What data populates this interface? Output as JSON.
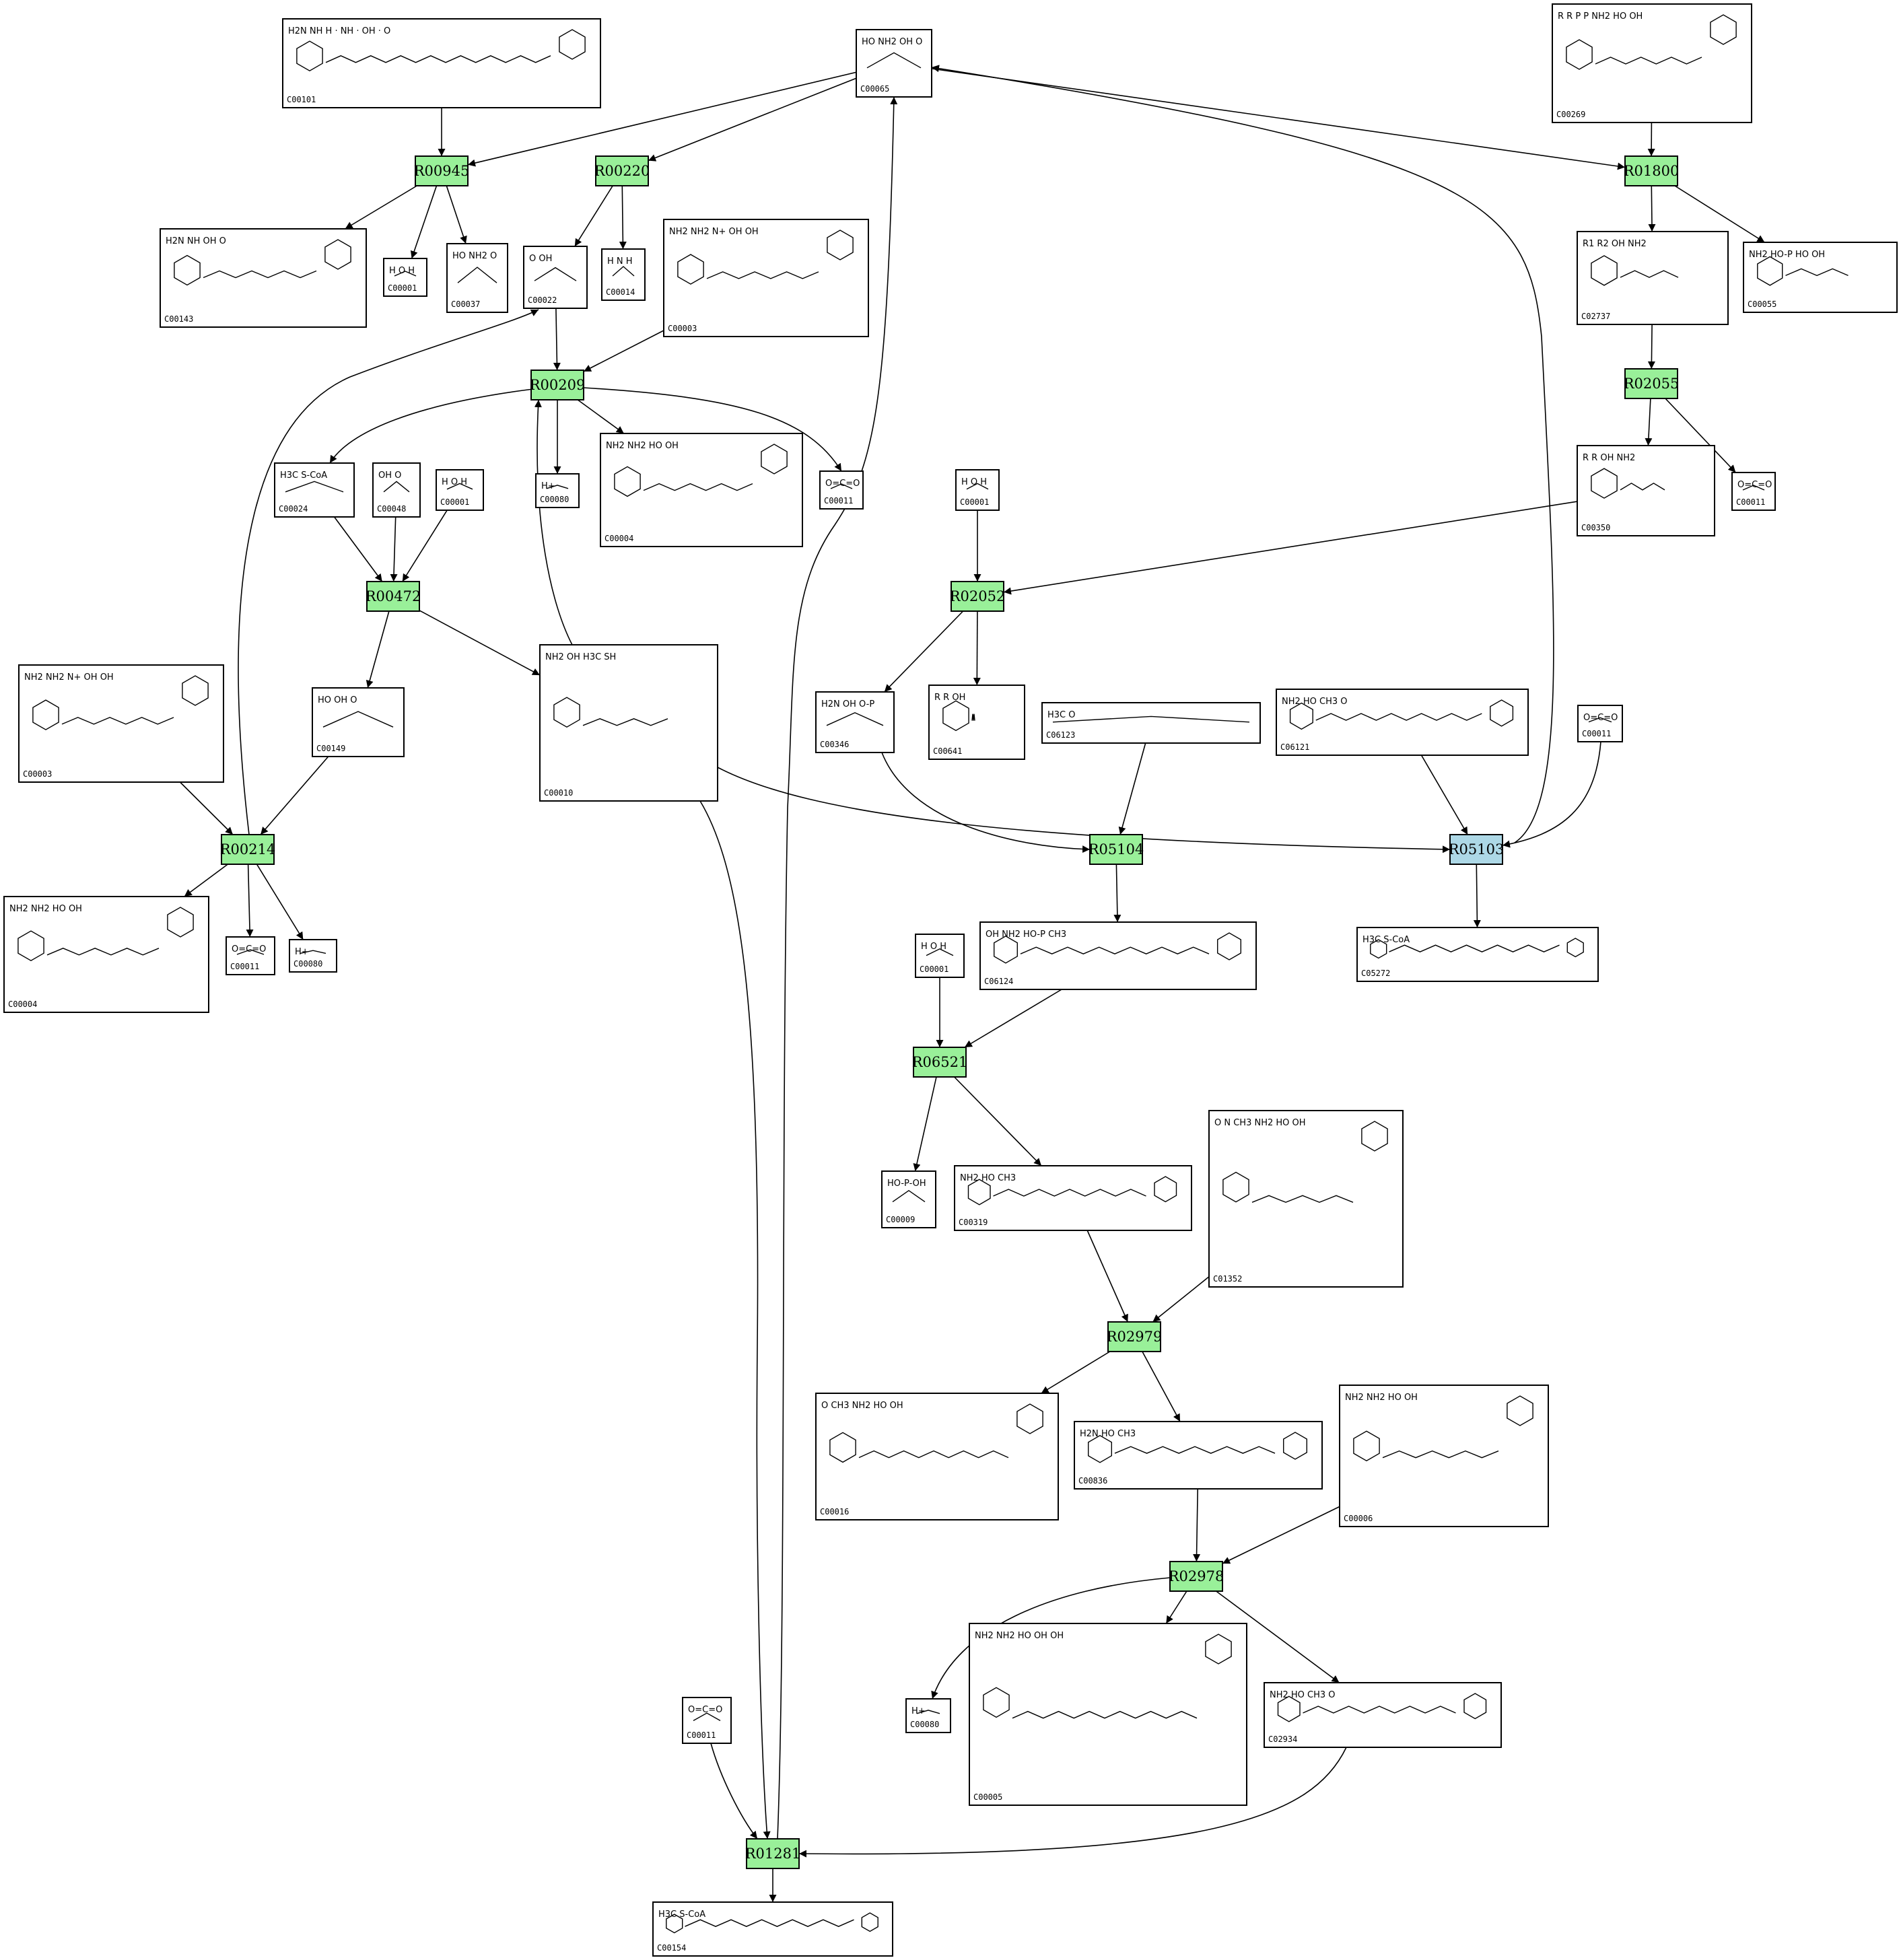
{
  "reaction_fill": "#99f099",
  "highlight_fill": "#add8e6",
  "reactions": [
    {
      "id": "R00945"
    },
    {
      "id": "R00220"
    },
    {
      "id": "R01800"
    },
    {
      "id": "R00209"
    },
    {
      "id": "R02055"
    },
    {
      "id": "R00472"
    },
    {
      "id": "R02052"
    },
    {
      "id": "R00214"
    },
    {
      "id": "R05104"
    },
    {
      "id": "R05103",
      "highlight": true
    },
    {
      "id": "R06521"
    },
    {
      "id": "R02979"
    },
    {
      "id": "R02978"
    },
    {
      "id": "R01281"
    }
  ],
  "compounds": [
    {
      "id": "C00101",
      "label": "C00101",
      "mol": "H2N  NH  H  ·  NH  ·  OH  ·  O"
    },
    {
      "id": "C00065",
      "label": "C00065",
      "mol": "HO  NH2  OH  O"
    },
    {
      "id": "C00269",
      "label": "C00269",
      "mol": "R  R  P  P  NH2  HO OH"
    },
    {
      "id": "C00143",
      "label": "C00143",
      "mol": "H2N  NH  OH  O"
    },
    {
      "id": "C00001a",
      "label": "C00001",
      "mol": "H  O  H"
    },
    {
      "id": "C00037",
      "label": "C00037",
      "mol": "HO  NH2  O"
    },
    {
      "id": "C00022",
      "label": "C00022",
      "mol": "O  OH"
    },
    {
      "id": "C00014",
      "label": "C00014",
      "mol": "H  N  H"
    },
    {
      "id": "C00003a",
      "label": "C00003",
      "mol": "NH2  NH2  N+  OH  OH"
    },
    {
      "id": "C02737",
      "label": "C02737",
      "mol": "R1  R2  OH  NH2"
    },
    {
      "id": "C00055",
      "label": "C00055",
      "mol": "NH2  HO-P  HO OH"
    },
    {
      "id": "C00024",
      "label": "C00024",
      "mol": "H3C  S-CoA"
    },
    {
      "id": "C00048",
      "label": "C00048",
      "mol": "OH  O"
    },
    {
      "id": "C00001b",
      "label": "C00001",
      "mol": "H  O  H"
    },
    {
      "id": "C00080a",
      "label": "C00080",
      "mol": "H+"
    },
    {
      "id": "C00004a",
      "label": "C00004",
      "mol": "NH2  NH2  HO OH"
    },
    {
      "id": "C00011a",
      "label": "C00011",
      "mol": "O=C=O"
    },
    {
      "id": "C00350",
      "label": "C00350",
      "mol": "R  R  OH  NH2"
    },
    {
      "id": "C00011b",
      "label": "C00011",
      "mol": "O=C=O"
    },
    {
      "id": "C00001c",
      "label": "C00001",
      "mol": "H  O  H"
    },
    {
      "id": "C00003b",
      "label": "C00003",
      "mol": "NH2  NH2  N+  OH  OH"
    },
    {
      "id": "C00149",
      "label": "C00149",
      "mol": "HO  OH  O"
    },
    {
      "id": "C00010",
      "label": "C00010",
      "mol": "NH2  OH  H3C  SH"
    },
    {
      "id": "C00346",
      "label": "C00346",
      "mol": "H2N  OH  O-P"
    },
    {
      "id": "C00641",
      "label": "C00641",
      "mol": "R  R  OH"
    },
    {
      "id": "C06123",
      "label": "C06123",
      "mol": "H3C  O"
    },
    {
      "id": "C06121",
      "label": "C06121",
      "mol": "NH2  HO  CH3  O"
    },
    {
      "id": "C00011c",
      "label": "C00011",
      "mol": "O=C=O"
    },
    {
      "id": "C00004b",
      "label": "C00004",
      "mol": "NH2  NH2  HO OH"
    },
    {
      "id": "C00011d",
      "label": "C00011",
      "mol": "O=C=O"
    },
    {
      "id": "C00080b",
      "label": "C00080",
      "mol": "H+"
    },
    {
      "id": "C06124",
      "label": "C06124",
      "mol": "OH  NH2  HO-P  CH3"
    },
    {
      "id": "C05272",
      "label": "C05272",
      "mol": "H3C  S-CoA"
    },
    {
      "id": "C00001d",
      "label": "C00001",
      "mol": "H  O  H"
    },
    {
      "id": "C00009",
      "label": "C00009",
      "mol": "HO-P-OH"
    },
    {
      "id": "C00319",
      "label": "C00319",
      "mol": "NH2  HO  CH3"
    },
    {
      "id": "C01352",
      "label": "C01352",
      "mol": "O  N  CH3  NH2  HO OH"
    },
    {
      "id": "C00016",
      "label": "C00016",
      "mol": "O  CH3  NH2  HO OH"
    },
    {
      "id": "C00836",
      "label": "C00836",
      "mol": "H2N  HO  CH3"
    },
    {
      "id": "C00006",
      "label": "C00006",
      "mol": "NH2  NH2  HO  OH"
    },
    {
      "id": "C00080c",
      "label": "C00080",
      "mol": "H+"
    },
    {
      "id": "C00005",
      "label": "C00005",
      "mol": "NH2  NH2  HO OH  OH"
    },
    {
      "id": "C02934",
      "label": "C02934",
      "mol": "NH2  HO  CH3  O"
    },
    {
      "id": "C00011e",
      "label": "C00011",
      "mol": "O=C=O"
    },
    {
      "id": "C00154",
      "label": "C00154",
      "mol": "H3C  S-CoA"
    }
  ],
  "edges": [
    [
      "C00101",
      "R00945"
    ],
    [
      "C00065",
      "R00945"
    ],
    [
      "C00065",
      "R00220"
    ],
    [
      "R00945",
      "C00143"
    ],
    [
      "R00945",
      "C00001a"
    ],
    [
      "R00945",
      "C00037"
    ],
    [
      "R00220",
      "C00022"
    ],
    [
      "R00220",
      "C00014"
    ],
    [
      "C00269",
      "R01800"
    ],
    [
      "C00065",
      "R01800"
    ],
    [
      "R01800",
      "C02737"
    ],
    [
      "R01800",
      "C00055"
    ],
    [
      "C00022",
      "R00209"
    ],
    [
      "C00003a",
      "R00209"
    ],
    [
      "R00209",
      "C00024"
    ],
    [
      "R00209",
      "C00080a"
    ],
    [
      "R00209",
      "C00004a"
    ],
    [
      "R00209",
      "C00011a"
    ],
    [
      "C02737",
      "R02055"
    ],
    [
      "R02055",
      "C00350"
    ],
    [
      "R02055",
      "C00011b"
    ],
    [
      "C00024",
      "R00472"
    ],
    [
      "C00048",
      "R00472"
    ],
    [
      "C00001b",
      "R00472"
    ],
    [
      "R00472",
      "C00149"
    ],
    [
      "R00472",
      "C00010"
    ],
    [
      "C00010",
      "R00209"
    ],
    [
      "C00001c",
      "R02052"
    ],
    [
      "C00350",
      "R02052"
    ],
    [
      "R02052",
      "C00346"
    ],
    [
      "R02052",
      "C00641"
    ],
    [
      "C00003b",
      "R00214"
    ],
    [
      "C00149",
      "R00214"
    ],
    [
      "R00214",
      "C00022"
    ],
    [
      "R00214",
      "C00004b"
    ],
    [
      "R00214",
      "C00011d"
    ],
    [
      "R00214",
      "C00080b"
    ],
    [
      "C00346",
      "R05104"
    ],
    [
      "C06123",
      "R05104"
    ],
    [
      "C00010",
      "R05103"
    ],
    [
      "C06121",
      "R05103"
    ],
    [
      "C00011c",
      "R05103"
    ],
    [
      "R05103",
      "C00065"
    ],
    [
      "R05103",
      "C05272"
    ],
    [
      "R05104",
      "C06124"
    ],
    [
      "C00001d",
      "R06521"
    ],
    [
      "C06124",
      "R06521"
    ],
    [
      "R06521",
      "C00009"
    ],
    [
      "R06521",
      "C00319"
    ],
    [
      "C00319",
      "R02979"
    ],
    [
      "C01352",
      "R02979"
    ],
    [
      "R02979",
      "C00016"
    ],
    [
      "R02979",
      "C00836"
    ],
    [
      "C00836",
      "R02978"
    ],
    [
      "C00006",
      "R02978"
    ],
    [
      "R02978",
      "C00080c"
    ],
    [
      "R02978",
      "C00005"
    ],
    [
      "R02978",
      "C02934"
    ],
    [
      "C02934",
      "R01281"
    ],
    [
      "C00011e",
      "R01281"
    ],
    [
      "C00010",
      "R01281"
    ],
    [
      "R01281",
      "C00065"
    ],
    [
      "R01281",
      "C00154"
    ]
  ]
}
